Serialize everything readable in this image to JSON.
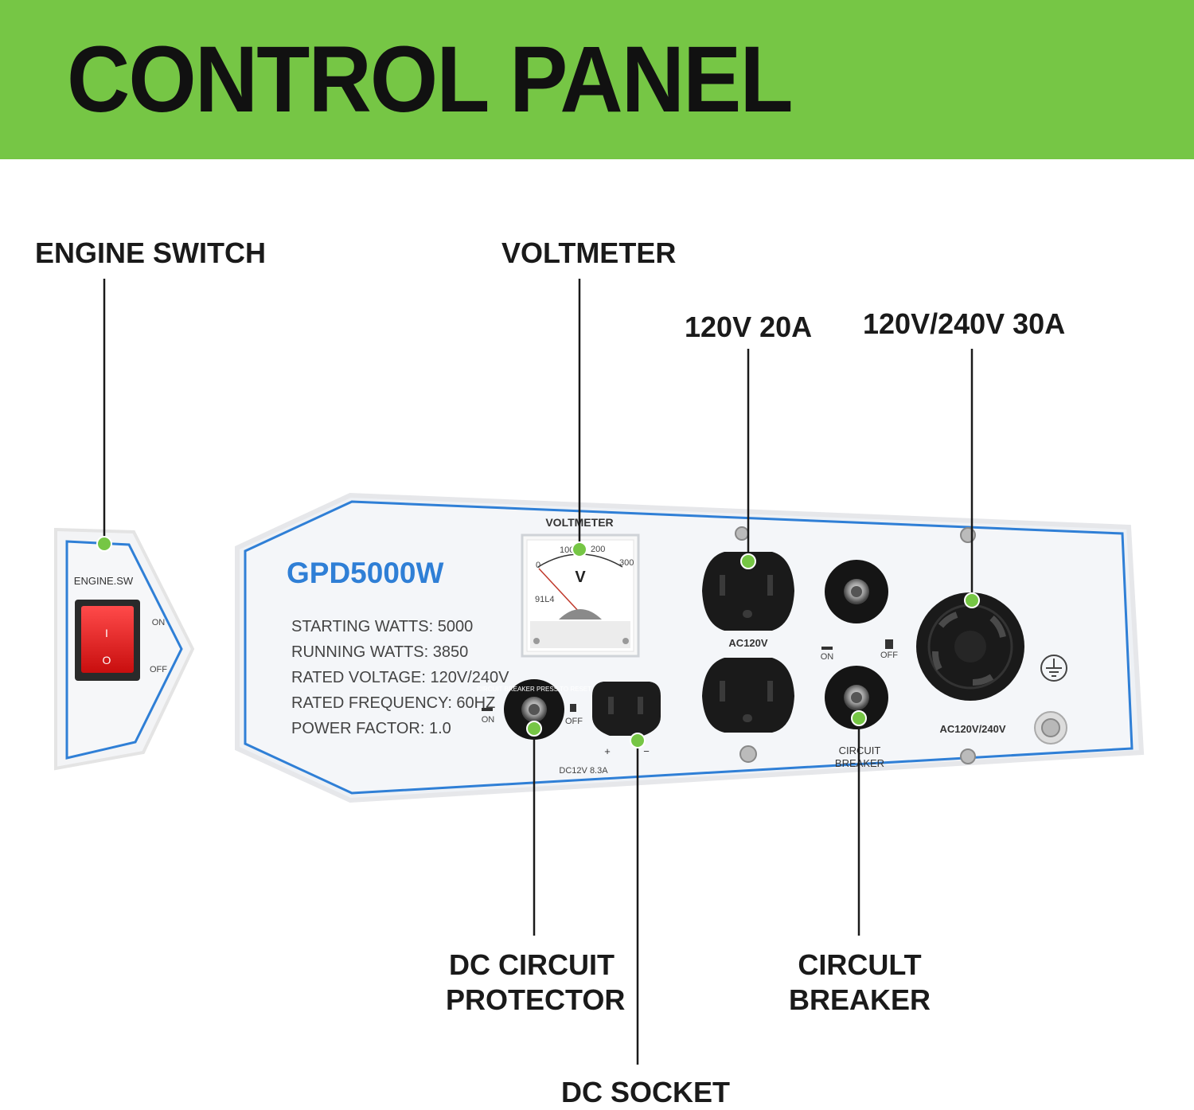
{
  "header": {
    "title": "CONTROL PANEL"
  },
  "callouts": {
    "engine_switch": "ENGINE SWITCH",
    "voltmeter": "VOLTMETER",
    "outlet_120v": "120V 20A",
    "outlet_240v": "120V/240V 30A",
    "dc_protector_line1": "DC CIRCUIT",
    "dc_protector_line2": "PROTECTOR",
    "dc_socket": "DC SOCKET",
    "breaker_line1": "CIRCULT",
    "breaker_line2": "BREAKER"
  },
  "engine_panel": {
    "label": "ENGINE.SW",
    "switch_symbol_on": "I",
    "switch_symbol_off": "O",
    "on_label": "ON",
    "off_label": "OFF"
  },
  "main_panel": {
    "model": "GPD5000W",
    "specs": [
      "STARTING WATTS: 5000",
      "RUNNING WATTS: 3850",
      "RATED VOLTAGE: 120V/240V",
      "RATED FREQUENCY: 60HZ",
      "POWER FACTOR: 1.0"
    ],
    "voltmeter_label": "VOLTMETER",
    "voltmeter_unit": "V",
    "voltmeter_ticks": [
      "0",
      "100",
      "200",
      "300"
    ],
    "voltmeter_model": "91L4",
    "dc_breaker_text": "CIRCUIT BREAKER PRESS TO RESET",
    "dc_on": "ON",
    "dc_off": "OFF",
    "dc_plus": "+",
    "dc_minus": "−",
    "dc_rating": "DC12V 8.3A",
    "ac120_label": "AC120V",
    "breaker_on": "ON",
    "breaker_off": "OFF",
    "circuit_breaker_label_1": "CIRCUIT",
    "circuit_breaker_label_2": "BREAKER",
    "ac240_label": "AC120V/240V"
  },
  "colors": {
    "banner": "#76c645",
    "panel_blue": "#2f7fd6",
    "dot_green": "#76c645",
    "switch_red": "#e01818"
  }
}
